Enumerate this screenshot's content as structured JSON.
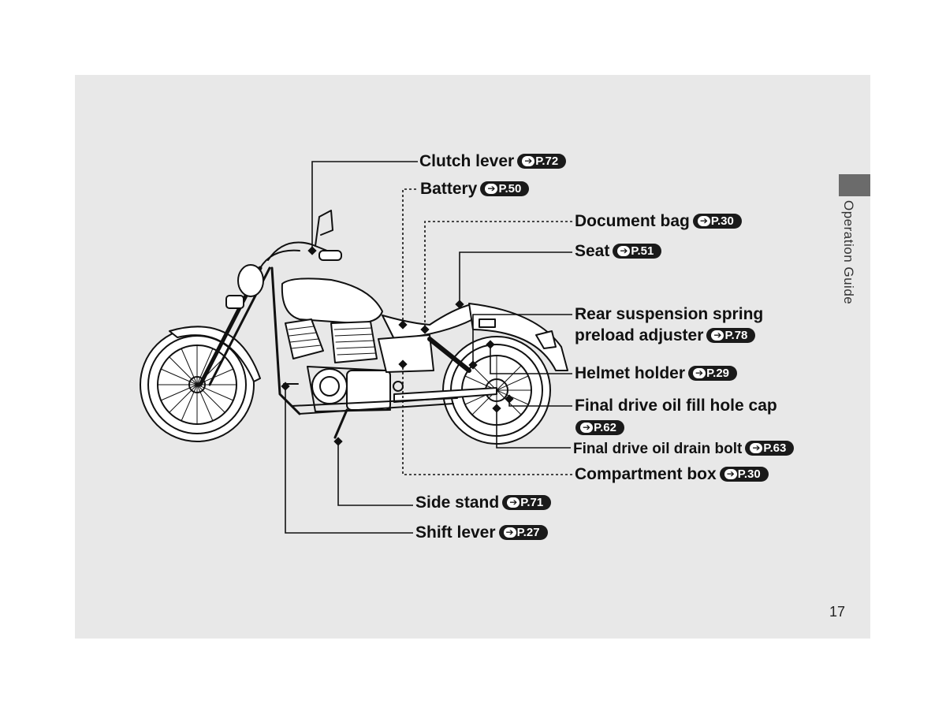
{
  "callouts": [
    {
      "label": "Clutch lever",
      "ref": "P.72"
    },
    {
      "label": "Battery",
      "ref": "P.50"
    },
    {
      "label": "Document bag",
      "ref": "P.30"
    },
    {
      "label": "Seat",
      "ref": "P.51"
    },
    {
      "label_line1": "Rear suspension spring",
      "label": "preload adjuster",
      "ref": "P.78"
    },
    {
      "label": "Helmet holder",
      "ref": "P.29"
    },
    {
      "label": "Final drive oil fill hole cap",
      "ref": "P.62"
    },
    {
      "label": "Final drive oil drain bolt",
      "ref": "P.63"
    },
    {
      "label": "Compartment box",
      "ref": "P.30"
    },
    {
      "label": "Side stand",
      "ref": "P.71"
    },
    {
      "label": "Shift lever",
      "ref": "P.27"
    }
  ],
  "section_tab": "Operation Guide",
  "page_number": "17",
  "colors": {
    "panel": "#e8e8e8",
    "section_tab": "#6b6b6b",
    "ref_badge": "#1a1a1a"
  },
  "icons": {
    "page_ref": "arrow-right-icon",
    "illustration": "motorcycle-illustration"
  }
}
